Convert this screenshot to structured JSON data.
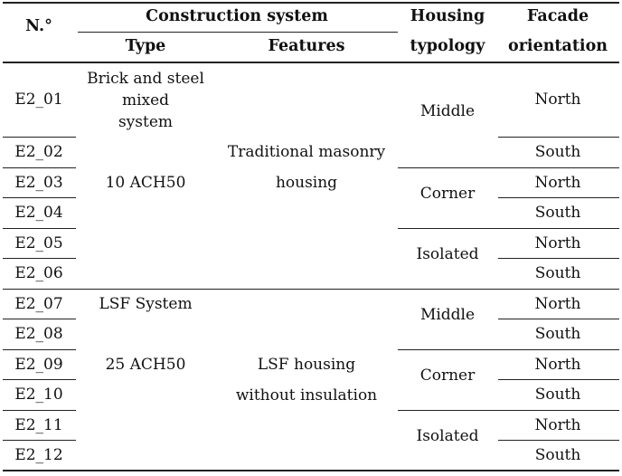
{
  "header": {
    "no": "N.°",
    "construction_system": "Construction system",
    "type": "Type",
    "features": "Features",
    "housing_typology": [
      "Housing",
      "typology"
    ],
    "facade_orientation": [
      "Facade",
      "orientation"
    ]
  },
  "ids": [
    "E2_01",
    "E2_02",
    "E2_03",
    "E2_04",
    "E2_05",
    "E2_06",
    "E2_07",
    "E2_08",
    "E2_09",
    "E2_10",
    "E2_11",
    "E2_12"
  ],
  "group1": {
    "type_lines": [
      "Brick and steel",
      "mixed",
      "system"
    ],
    "type_ach": "10 ACH50",
    "features_lines": [
      "Traditional masonry",
      "housing"
    ]
  },
  "group2": {
    "type_name": "LSF System",
    "type_ach": "25 ACH50",
    "features_lines": [
      "LSF housing",
      "without insulation"
    ]
  },
  "typology": [
    "Middle",
    "Corner",
    "Isolated",
    "Middle",
    "Corner",
    "Isolated"
  ],
  "orientation": [
    "North",
    "South",
    "North",
    "South",
    "North",
    "South",
    "North",
    "South",
    "North",
    "South",
    "North",
    "South"
  ]
}
